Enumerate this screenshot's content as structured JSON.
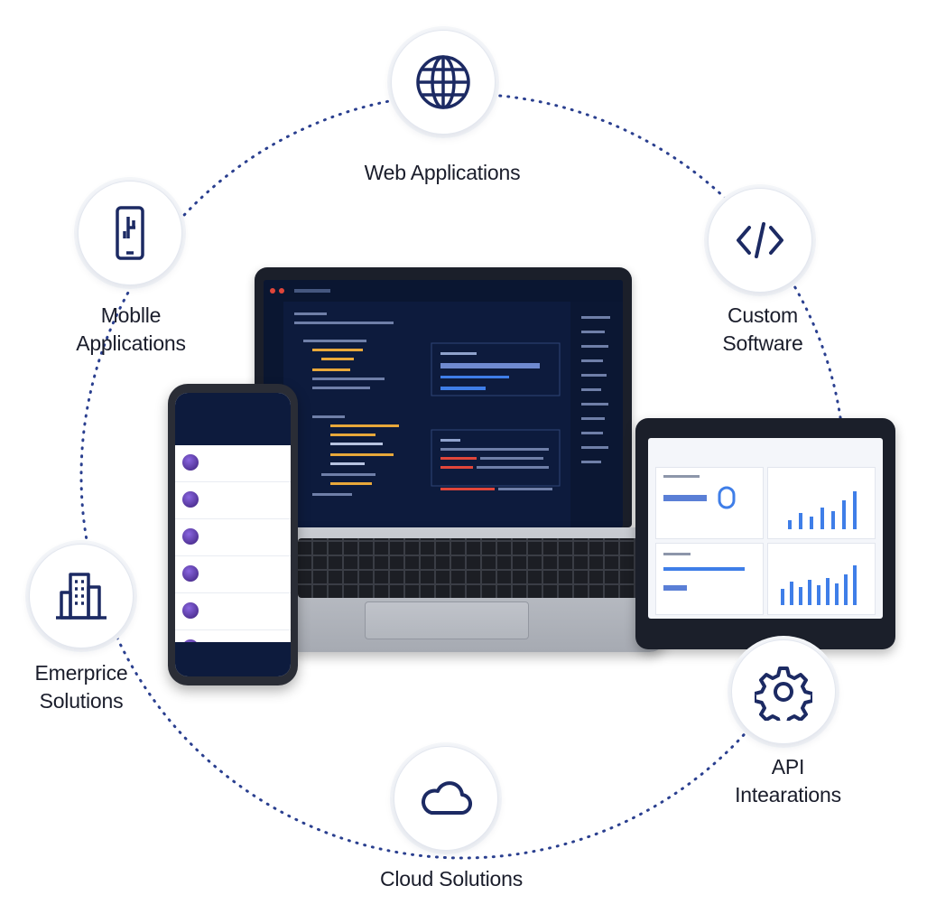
{
  "diagram": {
    "nodes": [
      {
        "id": "web",
        "label": "Web Applications",
        "icon": "globe-icon"
      },
      {
        "id": "custom",
        "label": "Custom\nSoftware",
        "icon": "code-icon"
      },
      {
        "id": "api",
        "label": "API\nIntearations",
        "icon": "gear-icon"
      },
      {
        "id": "cloud",
        "label": "Cloud Solutions",
        "icon": "cloud-icon"
      },
      {
        "id": "enterprise",
        "label": "Emerprice\nSolutions",
        "icon": "building-icon"
      },
      {
        "id": "mobile",
        "label": "Moblle\nApplications",
        "icon": "phone-icon"
      }
    ],
    "center_devices": [
      "laptop",
      "smartphone",
      "tablet"
    ],
    "ring_style": "dotted",
    "colors": {
      "ring": "#2a3f8f",
      "icon": "#1c2a63",
      "screen": "#0d1b3d",
      "accent_blue": "#3f7ee8",
      "accent_orange": "#e8a83a",
      "accent_red": "#e0463a",
      "purple": "#5b3aa8"
    }
  }
}
